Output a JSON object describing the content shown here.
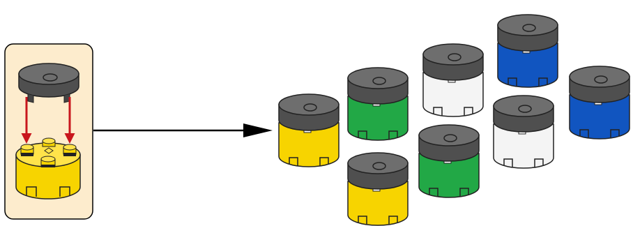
{
  "colors": {
    "panel_fill": "#fdeccd",
    "panel_stroke": "#000000",
    "cap_top": "#6e6e6e",
    "cap_side": "#4f4f4f",
    "insert_arrow": "#c8161d",
    "connector_arrow": "#000000",
    "yellow": "#f7d400",
    "green": "#22a846",
    "white": "#f4f4f4",
    "blue": "#1155c0"
  },
  "assembly_step": {
    "cap_icon": "round-tile-2x2",
    "base_icon": "round-brick-2x2",
    "arrow_icon": "insert-down-arrow"
  },
  "result_pieces": [
    {
      "color": "yellow"
    },
    {
      "color": "green"
    },
    {
      "color": "white"
    },
    {
      "color": "blue"
    },
    {
      "color": "yellow"
    },
    {
      "color": "green"
    },
    {
      "color": "white"
    },
    {
      "color": "blue"
    }
  ]
}
